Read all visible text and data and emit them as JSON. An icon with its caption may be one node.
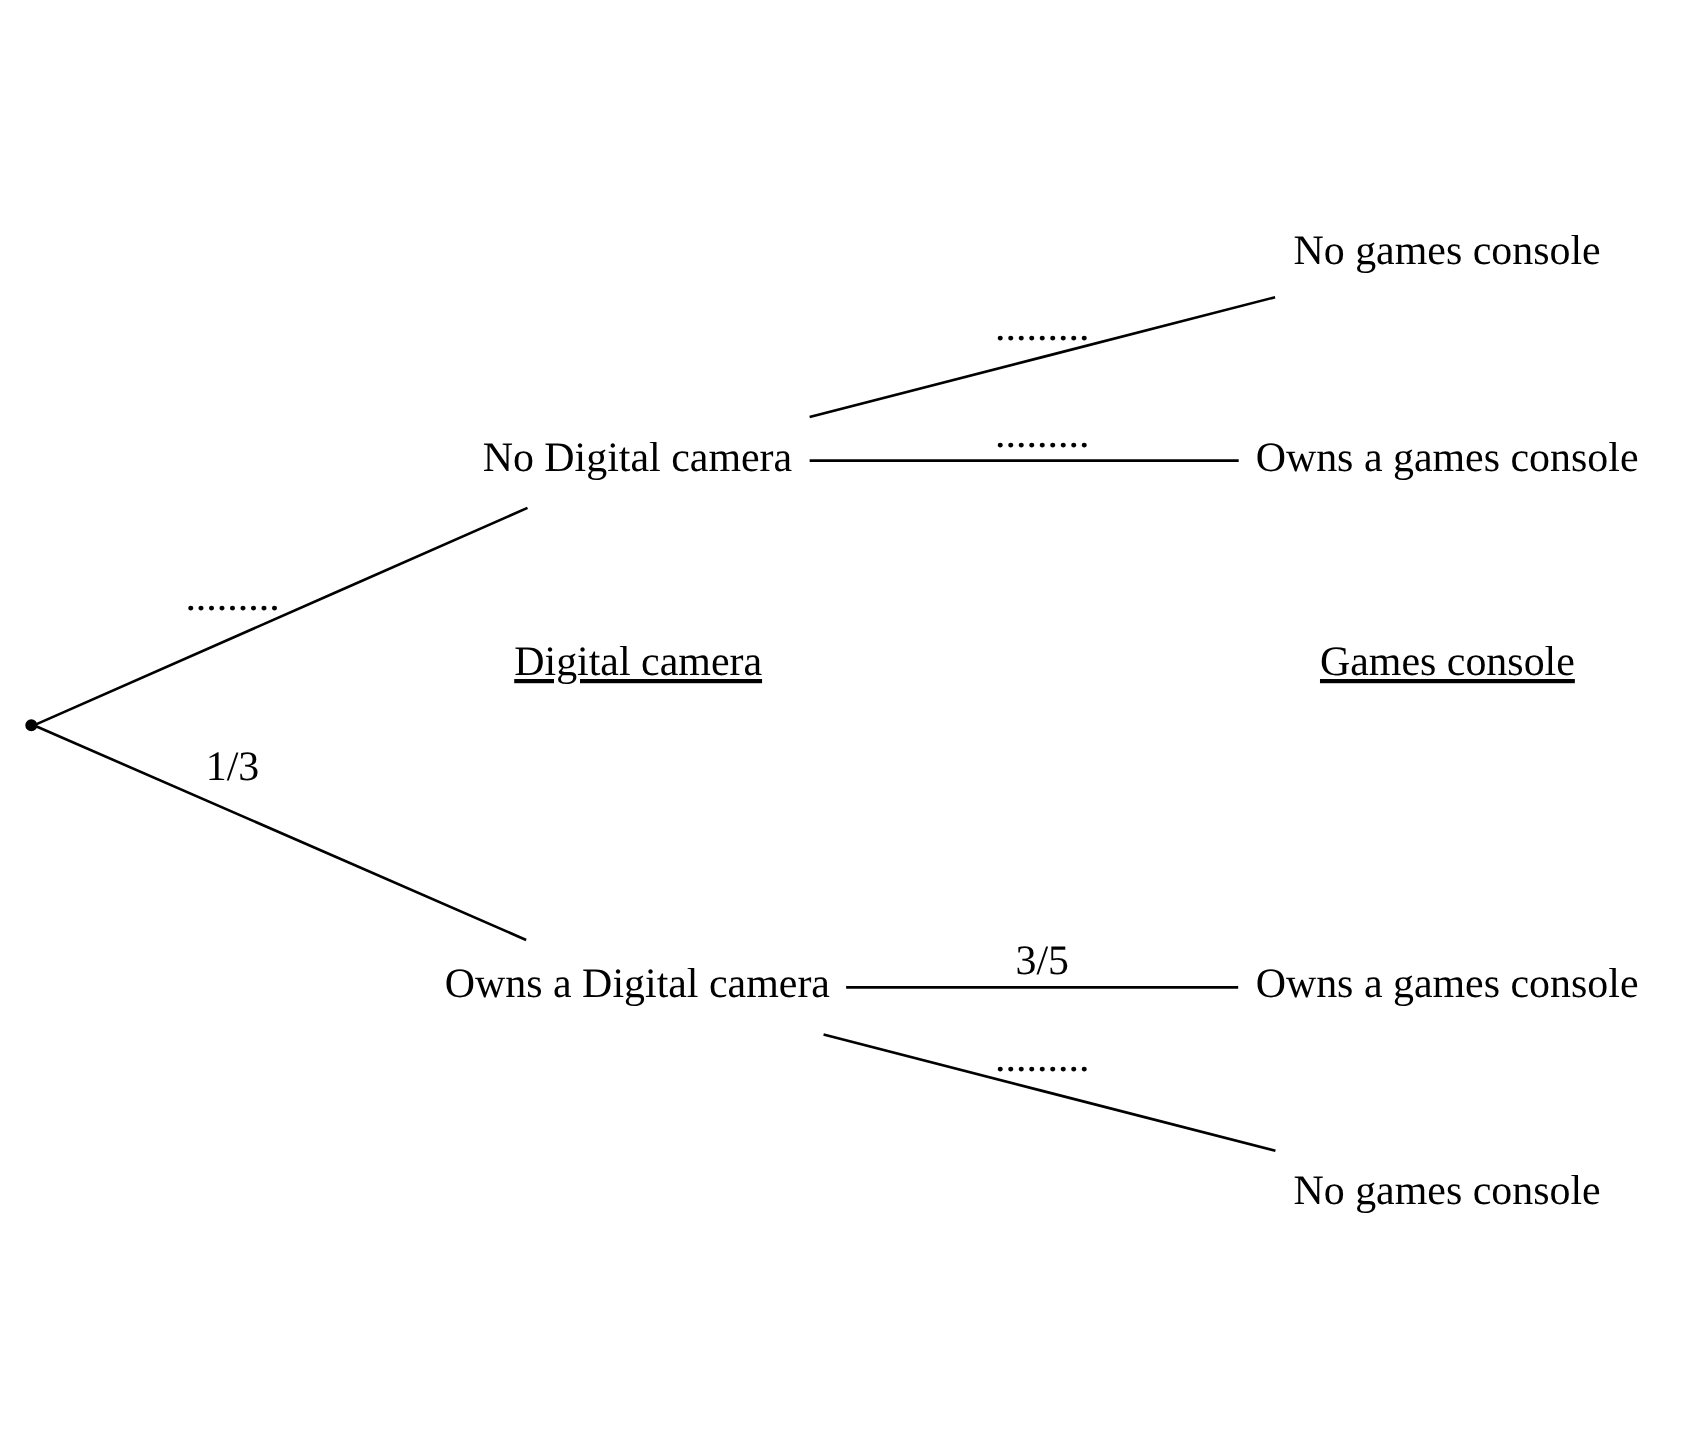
{
  "diagram": {
    "nodes": [
      {
        "text": [],
        "shape": "point"
      },
      {
        "text": [
          "Owns a Digital camera"
        ]
      },
      {
        "text": [
          "No Digital camera"
        ]
      },
      {
        "text": [
          "Owns a games console"
        ]
      },
      {
        "text": [
          "No games console"
        ]
      },
      {
        "text": [
          "Owns a games console"
        ]
      },
      {
        "text": [
          "No games console"
        ]
      }
    ],
    "edges": [
      {
        "from": 0,
        "to": 1,
        "arrow": "none",
        "label": "1/3"
      },
      {
        "from": 0,
        "to": 2,
        "arrow": "none",
        "label": "........."
      },
      {
        "from": 1,
        "to": 3,
        "arrow": "none",
        "label": "3/5"
      },
      {
        "from": 1,
        "to": 4,
        "arrow": "none",
        "label": "........."
      },
      {
        "from": 2,
        "to": 5,
        "arrow": "none",
        "label": "........."
      },
      {
        "from": 2,
        "to": 6,
        "arrow": "none",
        "label": "........."
      }
    ],
    "labels": [
      "Digital camera",
      "Games console"
    ]
  }
}
